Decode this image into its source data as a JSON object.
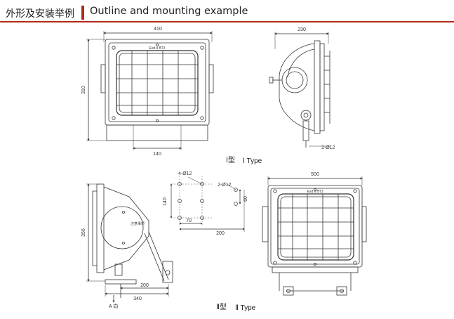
{
  "header": {
    "title_cn": "外形及安装举例",
    "title_en": "Outline and mounting example"
  },
  "type1": {
    "front": {
      "width": "410",
      "height": "310",
      "base": "140",
      "plate": "Exd Ⅱ BT3"
    },
    "side": {
      "depth": "230",
      "hole": "2-Ø12"
    },
    "caption_cn": "Ⅰ型",
    "caption_en": "Ⅰ Type"
  },
  "type2": {
    "side": {
      "height": "356",
      "arm": "200",
      "base": "340",
      "view": "A 向"
    },
    "holes": {
      "pattern": "4-Ø12",
      "pair": "2-Ø12",
      "v1": "140",
      "v2": "60",
      "h1": "70",
      "h2": "200"
    },
    "front": {
      "width": "500",
      "plate": "Exd Ⅱ BT3"
    },
    "caption_cn": "Ⅱ型",
    "caption_en": "Ⅱ Type"
  }
}
